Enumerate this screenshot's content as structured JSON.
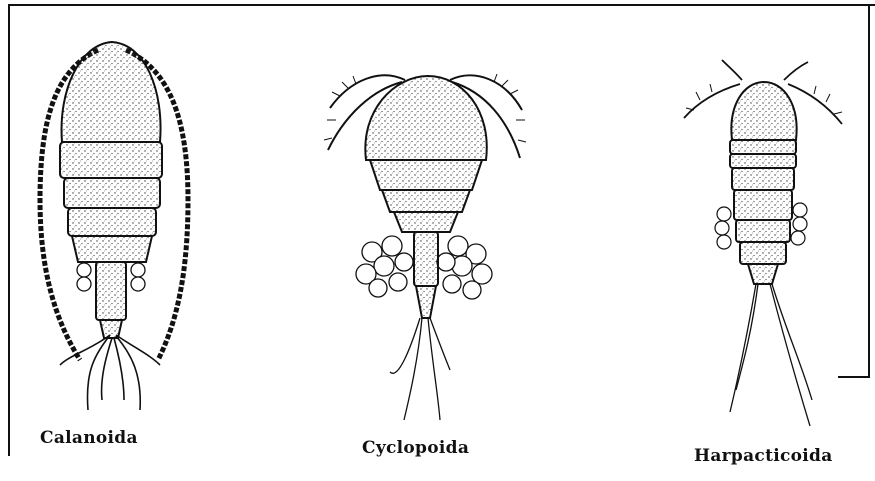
{
  "labels": {
    "calanoida": "Calanoida",
    "cyclopoida": "Cyclopoida",
    "harpacticoida": "Harpacticoida"
  },
  "colors": {
    "ink": "#111111",
    "body_fill": "#ffffff",
    "stipple": "#3a3a3a"
  }
}
